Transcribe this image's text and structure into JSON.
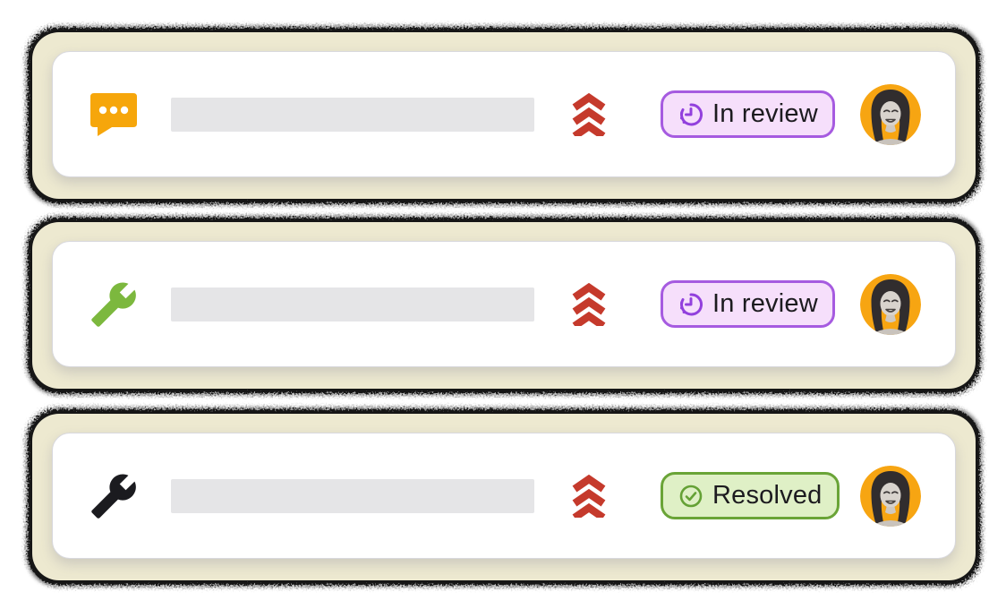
{
  "cards": [
    {
      "type_icon": "comment-icon",
      "type_icon_color": "#F6A60B",
      "title_placeholder": "skeleton-bar",
      "priority_icon": "triple-chevron-up-icon",
      "priority_color": "#C53A2C",
      "status": {
        "label": "In review",
        "icon": "clock-pending-icon",
        "variant": "purple",
        "background": "#F6DFFB",
        "border": "#A65BE0",
        "icon_color": "#9240DD",
        "text_color": "#1C1B1F"
      },
      "avatar": {
        "name": "assignee-avatar",
        "background": "#F7A512"
      }
    },
    {
      "type_icon": "wrench-icon",
      "type_icon_color": "#7CB83E",
      "title_placeholder": "skeleton-bar",
      "priority_icon": "triple-chevron-up-icon",
      "priority_color": "#C53A2C",
      "status": {
        "label": "In review",
        "icon": "clock-pending-icon",
        "variant": "purple",
        "background": "#F6DFFB",
        "border": "#A65BE0",
        "icon_color": "#9240DD",
        "text_color": "#1C1B1F"
      },
      "avatar": {
        "name": "assignee-avatar",
        "background": "#F7A512"
      }
    },
    {
      "type_icon": "wrench-icon",
      "type_icon_color": "#1B1B1F",
      "title_placeholder": "skeleton-bar",
      "priority_icon": "triple-chevron-up-icon",
      "priority_color": "#C53A2C",
      "status": {
        "label": "Resolved",
        "icon": "check-circle-icon",
        "variant": "green",
        "background": "#DFF0C6",
        "border": "#6AA437",
        "icon_color": "#64A135",
        "text_color": "#1C1B1F"
      },
      "avatar": {
        "name": "assignee-avatar",
        "background": "#F7A512"
      }
    }
  ],
  "card_style": {
    "outer_background": "#EDE9D0",
    "edge_color": "#161616",
    "inner_background": "#FFFFFF",
    "skeleton_color": "#E5E5E7"
  }
}
